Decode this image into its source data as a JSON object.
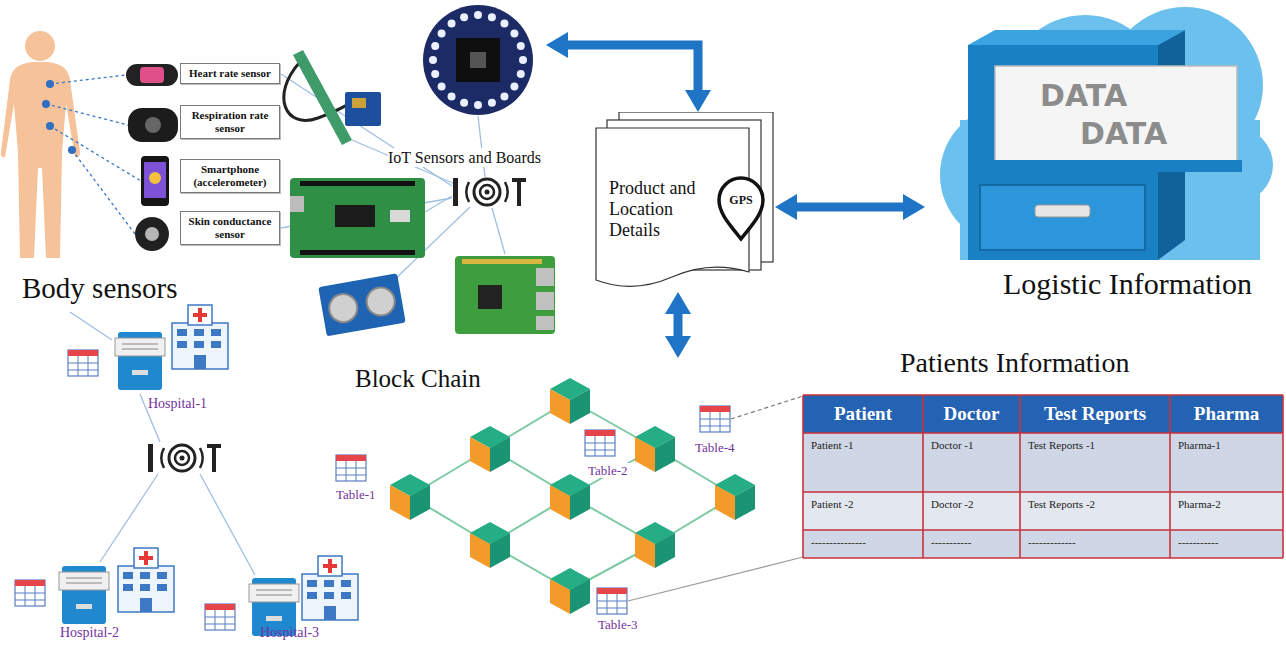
{
  "diagram": {
    "nodes": [
      {
        "text": [
          "Body sensors"
        ]
      },
      {
        "text": [
          "Heart rate sensor"
        ],
        "in": 0
      },
      {
        "text": [
          "Respiration rate sensor"
        ],
        "in": 0
      },
      {
        "text": [
          "Smartphone (accelerometer)"
        ],
        "in": 0
      },
      {
        "text": [
          "Skin conductance sensor"
        ],
        "in": 0
      },
      {
        "text": [
          "IoT Sensors and Boards"
        ]
      },
      {
        "text": [
          "Product and Location Details"
        ]
      },
      {
        "text": [
          "GPS"
        ],
        "in": 6
      },
      {
        "text": [
          "Logistic Information"
        ]
      },
      {
        "text": [
          "Block Chain"
        ]
      }
    ],
    "edges": [
      {
        "from": 5,
        "to": 6,
        "arrow": "both"
      },
      {
        "from": 6,
        "to": 8,
        "arrow": "both"
      },
      {
        "from": 6,
        "to": 9,
        "arrow": "both"
      }
    ],
    "labels": [
      "DATA",
      "DATA",
      "Hospital-1",
      "Hospital-2",
      "Hospital-3",
      "Table-4",
      "Table-2",
      "Table-1",
      "Table-3",
      "Patients Information",
      "Patient",
      "Doctor",
      "Test Reports",
      "Pharma",
      "Patient -1",
      "Doctor -1",
      "Test Reports -1",
      "Pharma-1",
      "Patient -2",
      "Doctor -2",
      "Test Reports -2",
      "Pharma-2",
      "---------------",
      "-----------",
      "-------------",
      "-----------"
    ]
  }
}
